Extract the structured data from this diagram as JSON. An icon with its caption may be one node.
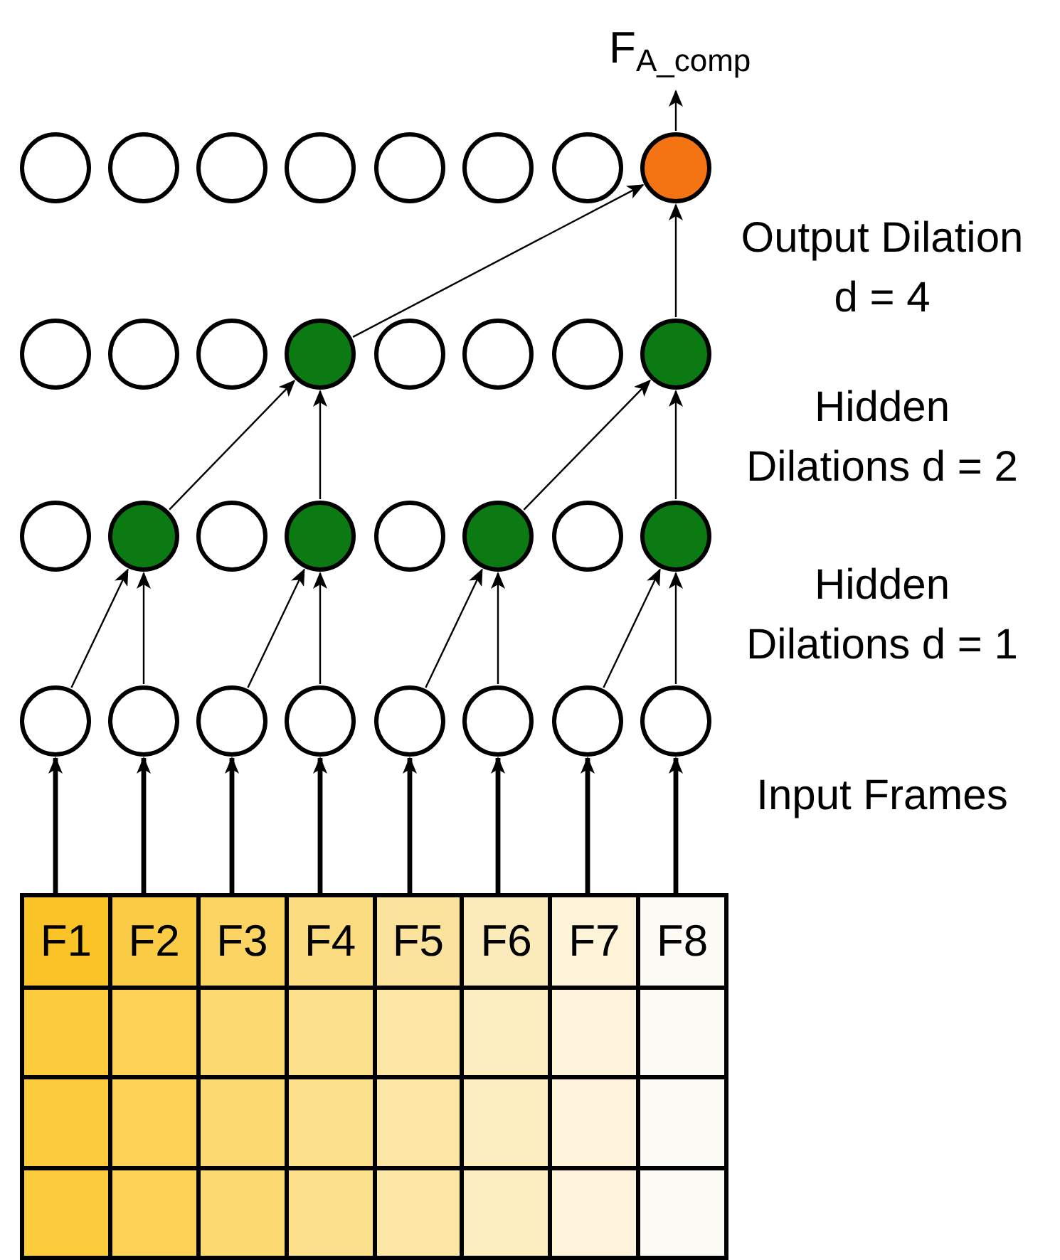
{
  "diagram": {
    "nodes": [
      {
        "text": [
          "F$_{A_comp}$"
        ]
      },
      {
        "text": [],
        "shape": "circle"
      },
      {
        "text": [],
        "shape": "circle"
      },
      {
        "text": [],
        "shape": "circle"
      },
      {
        "text": [],
        "shape": "circle"
      },
      {
        "text": [],
        "shape": "circle"
      },
      {
        "text": [],
        "shape": "circle"
      },
      {
        "text": [],
        "shape": "circle"
      },
      {
        "text": [],
        "shape": "circle"
      },
      {
        "text": [],
        "shape": "circle"
      },
      {
        "text": [],
        "shape": "circle"
      },
      {
        "text": [],
        "shape": "circle"
      },
      {
        "text": [],
        "shape": "circle"
      },
      {
        "text": [],
        "shape": "circle"
      },
      {
        "text": [],
        "shape": "circle"
      },
      {
        "text": [],
        "shape": "circle"
      },
      {
        "text": [],
        "shape": "circle"
      },
      {
        "text": [],
        "shape": "circle"
      },
      {
        "text": [],
        "shape": "circle"
      },
      {
        "text": [],
        "shape": "circle"
      },
      {
        "text": [],
        "shape": "circle"
      },
      {
        "text": [],
        "shape": "circle"
      },
      {
        "text": [],
        "shape": "circle"
      },
      {
        "text": [],
        "shape": "circle"
      },
      {
        "text": [],
        "shape": "circle"
      },
      {
        "text": [],
        "shape": "circle"
      },
      {
        "text": [],
        "shape": "circle"
      },
      {
        "text": [],
        "shape": "circle"
      },
      {
        "text": [],
        "shape": "circle"
      },
      {
        "text": [],
        "shape": "circle"
      },
      {
        "text": [],
        "shape": "circle"
      },
      {
        "text": [],
        "shape": "circle"
      },
      {
        "text": [],
        "shape": "circle"
      },
      {
        "text": [],
        "shape": "box"
      },
      {
        "text": [
          "F1"
        ],
        "in": 33
      },
      {
        "text": [
          "F2"
        ],
        "in": 33
      },
      {
        "text": [
          "F3"
        ],
        "in": 33
      },
      {
        "text": [
          "F4"
        ],
        "in": 33
      },
      {
        "text": [
          "F5"
        ],
        "in": 33
      },
      {
        "text": [
          "F6"
        ],
        "in": 33
      },
      {
        "text": [
          "F7"
        ],
        "in": 33
      },
      {
        "text": [
          "F8"
        ],
        "in": 33
      },
      {
        "text": [],
        "shape": "box",
        "in": 33
      },
      {
        "text": [],
        "shape": "box",
        "in": 33
      },
      {
        "text": [],
        "shape": "box",
        "in": 33
      },
      {
        "text": [],
        "shape": "box",
        "in": 33
      },
      {
        "text": [],
        "shape": "box",
        "in": 33
      },
      {
        "text": [],
        "shape": "box",
        "in": 33
      },
      {
        "text": [],
        "shape": "box",
        "in": 33
      },
      {
        "text": [],
        "shape": "box",
        "in": 33
      },
      {
        "text": [],
        "shape": "box",
        "in": 33
      },
      {
        "text": [],
        "shape": "box",
        "in": 33
      },
      {
        "text": [],
        "shape": "box",
        "in": 33
      },
      {
        "text": [],
        "shape": "box",
        "in": 33
      },
      {
        "text": [],
        "shape": "box",
        "in": 33
      },
      {
        "text": [],
        "shape": "box",
        "in": 33
      },
      {
        "text": [],
        "shape": "box",
        "in": 33
      },
      {
        "text": [],
        "shape": "box",
        "in": 33
      },
      {
        "text": [],
        "shape": "box",
        "in": 33
      },
      {
        "text": [],
        "shape": "box",
        "in": 33
      },
      {
        "text": [],
        "shape": "box",
        "in": 33
      },
      {
        "text": [],
        "shape": "box",
        "in": 33
      },
      {
        "text": [],
        "shape": "box",
        "in": 33
      },
      {
        "text": [],
        "shape": "box",
        "in": 33
      },
      {
        "text": [],
        "shape": "box",
        "in": 33
      },
      {
        "text": [],
        "shape": "box",
        "in": 33
      }
    ],
    "edges": [
      {
        "from": 8,
        "to": 0,
        "arrow": "to"
      },
      {
        "from": 12,
        "to": 8,
        "arrow": "to"
      },
      {
        "from": 16,
        "to": 8,
        "arrow": "to"
      },
      {
        "from": 18,
        "to": 12,
        "arrow": "to"
      },
      {
        "from": 20,
        "to": 12,
        "arrow": "to"
      },
      {
        "from": 22,
        "to": 16,
        "arrow": "to"
      },
      {
        "from": 24,
        "to": 16,
        "arrow": "to"
      },
      {
        "from": 25,
        "to": 18,
        "arrow": "to"
      },
      {
        "from": 26,
        "to": 18,
        "arrow": "to"
      },
      {
        "from": 27,
        "to": 20,
        "arrow": "to"
      },
      {
        "from": 28,
        "to": 20,
        "arrow": "to"
      },
      {
        "from": 29,
        "to": 22,
        "arrow": "to"
      },
      {
        "from": 30,
        "to": 22,
        "arrow": "to"
      },
      {
        "from": 31,
        "to": 24,
        "arrow": "to"
      },
      {
        "from": 32,
        "to": 24,
        "arrow": "to"
      },
      {
        "from": 34,
        "to": 25,
        "arrow": "to",
        "style": "thick"
      },
      {
        "from": 35,
        "to": 26,
        "arrow": "to",
        "style": "thick"
      },
      {
        "from": 36,
        "to": 27,
        "arrow": "to",
        "style": "thick"
      },
      {
        "from": 37,
        "to": 28,
        "arrow": "to",
        "style": "thick"
      },
      {
        "from": 38,
        "to": 29,
        "arrow": "to",
        "style": "thick"
      },
      {
        "from": 39,
        "to": 30,
        "arrow": "to",
        "style": "thick"
      },
      {
        "from": 40,
        "to": 31,
        "arrow": "to",
        "style": "thick"
      },
      {
        "from": 41,
        "to": 32,
        "arrow": "to",
        "style": "thick"
      }
    ],
    "labels": [
      "Output Dilation d = 4",
      "Hidden Dilations d = 2",
      "Hidden Dilations d = 1",
      "Input Frames"
    ]
  }
}
